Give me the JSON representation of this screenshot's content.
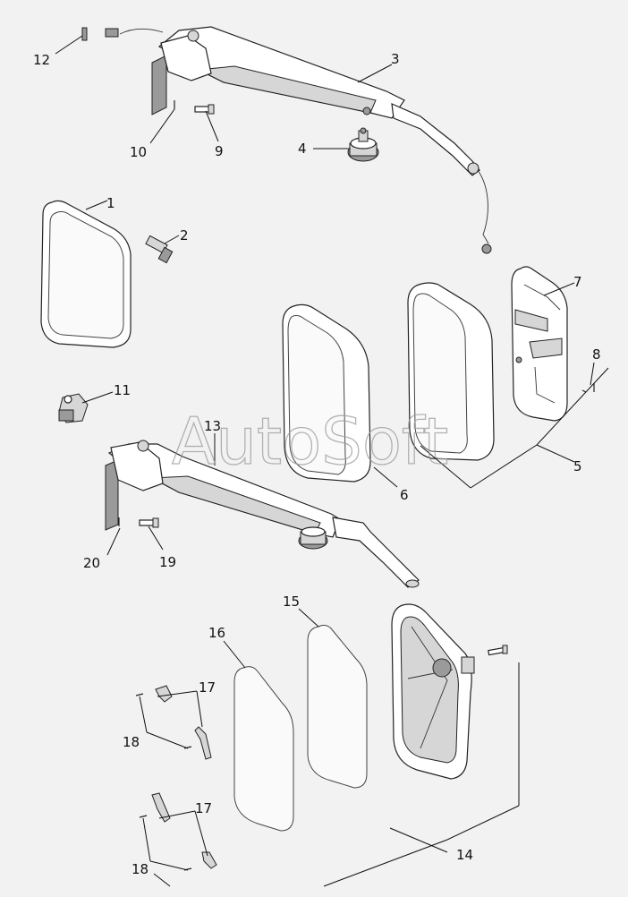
{
  "watermark": "AutoSoft",
  "callouts": {
    "c1": "1",
    "c2": "2",
    "c3": "3",
    "c4": "4",
    "c5": "5",
    "c6": "6",
    "c7": "7",
    "c8": "8",
    "c9": "9",
    "c10": "10",
    "c11": "11",
    "c12": "12",
    "c13": "13",
    "c14": "14",
    "c15": "15",
    "c16": "16",
    "c17a": "17",
    "c17b": "17",
    "c18a": "18",
    "c18b": "18",
    "c19": "19",
    "c20": "20"
  }
}
